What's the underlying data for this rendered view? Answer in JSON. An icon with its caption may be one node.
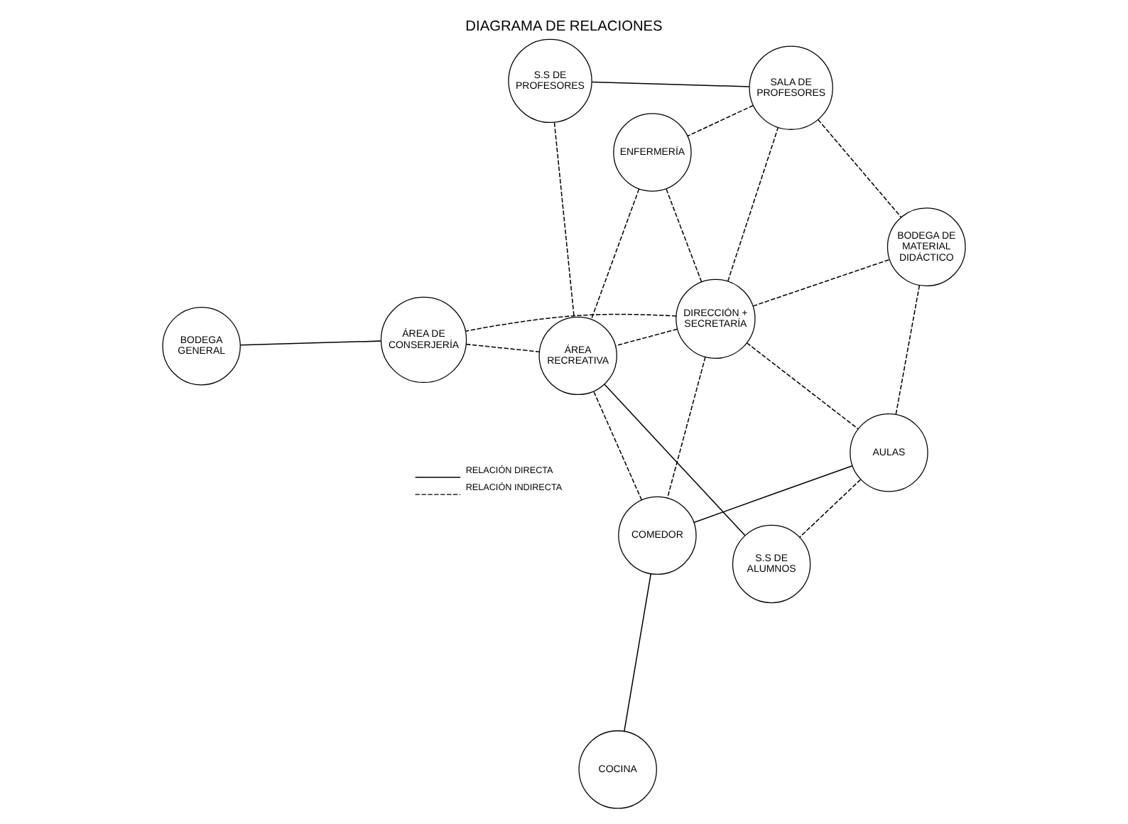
{
  "diagram": {
    "title": "DIAGRAMA DE RELACIONES",
    "nodes": [
      {
        "text": [
          "BODEGA GENERAL"
        ]
      },
      {
        "text": [
          "DIRECCIÓN + SECRETARÍA"
        ]
      },
      {
        "text": [
          "ÁREA DE CONSERJERÍA"
        ]
      },
      {
        "text": [
          "SALA DE PROFESORES"
        ]
      },
      {
        "text": [
          "COMEDOR"
        ]
      },
      {
        "text": [
          "S.S DE PROFESORES"
        ]
      },
      {
        "text": [
          "COCINA"
        ]
      },
      {
        "text": [
          "AULAS"
        ]
      },
      {
        "text": [
          "BODEGA DE MATERIAL DIDÁCTICO"
        ]
      },
      {
        "text": [
          "S.S DE ALUMNOS"
        ]
      },
      {
        "text": [
          "ENFERMERÍA"
        ]
      },
      {
        "text": [
          "ÁREA RECREATIVA"
        ]
      }
    ],
    "edges": [
      {
        "from": 0,
        "to": 2,
        "arrow": "none"
      },
      {
        "from": 3,
        "to": 5,
        "arrow": "none"
      },
      {
        "from": 4,
        "to": 6,
        "arrow": "none"
      },
      {
        "from": 4,
        "to": 7,
        "arrow": "none"
      },
      {
        "from": 9,
        "to": 11,
        "arrow": "none"
      },
      {
        "from": 1,
        "to": 3,
        "arrow": "none",
        "style": "dashed"
      },
      {
        "from": 1,
        "to": 2,
        "arrow": "none",
        "style": "dashed"
      },
      {
        "from": 1,
        "to": 4,
        "arrow": "none",
        "style": "dashed"
      },
      {
        "from": 1,
        "to": 7,
        "arrow": "none",
        "style": "dashed"
      },
      {
        "from": 1,
        "to": 8,
        "arrow": "none",
        "style": "dashed"
      },
      {
        "from": 1,
        "to": 10,
        "arrow": "none",
        "style": "dashed"
      },
      {
        "from": 1,
        "to": 11,
        "arrow": "none",
        "style": "dashed"
      },
      {
        "from": 3,
        "to": 8,
        "arrow": "none",
        "style": "dashed"
      },
      {
        "from": 3,
        "to": 10,
        "arrow": "none",
        "style": "dashed"
      },
      {
        "from": 5,
        "to": 11,
        "arrow": "none",
        "style": "dashed"
      },
      {
        "from": 8,
        "to": 7,
        "arrow": "none",
        "style": "dashed"
      },
      {
        "from": 2,
        "to": 11,
        "arrow": "none",
        "style": "dashed"
      },
      {
        "from": 4,
        "to": 11,
        "arrow": "none",
        "style": "dashed"
      },
      {
        "from": 7,
        "to": 9,
        "arrow": "none",
        "style": "dashed"
      },
      {
        "from": 10,
        "to": 11,
        "arrow": "none",
        "style": "dashed"
      }
    ],
    "legend": [
      {
        "text": "RELACIÓN DIRECTA"
      },
      {
        "text": "RELACIÓN INDIRECTA"
      }
    ]
  }
}
